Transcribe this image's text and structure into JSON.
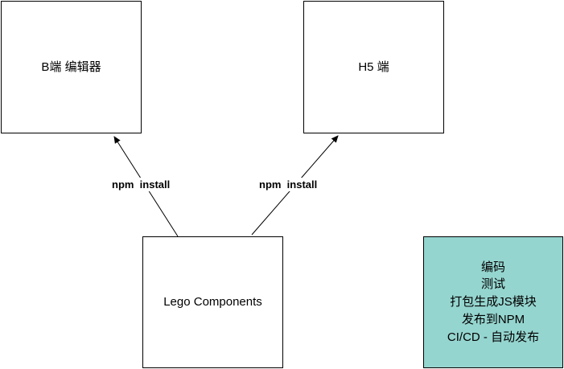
{
  "nodes": {
    "b_editor": "B端 编辑器",
    "h5": "H5 端",
    "lego": "Lego Components",
    "notes": [
      "编码",
      "测试",
      "打包生成JS模块",
      "发布到NPM",
      "CI/CD - 自动发布"
    ]
  },
  "edges": {
    "left_label": "npm  install",
    "right_label": "npm  install"
  },
  "colors": {
    "notes_fill": "#95d5cf",
    "stroke": "#000000"
  }
}
